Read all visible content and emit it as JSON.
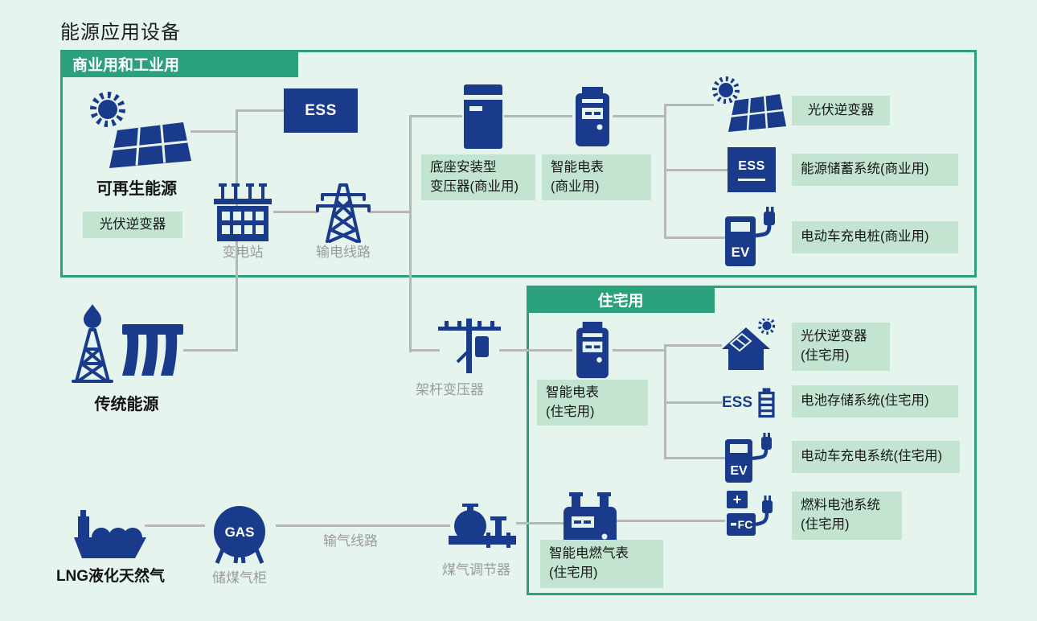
{
  "title": "能源应用设备",
  "colors": {
    "background": "#e6f4ee",
    "icon_blue": "#1a3a8c",
    "accent_green": "#2aa17c",
    "tag_background": "#c2e4d1",
    "wire_gray": "#b6b8b6",
    "muted_text": "#9b9b9b",
    "dark_text": "#141414"
  },
  "commercial": {
    "header": "商业用和工业用",
    "renewable_label": "可再生能源",
    "renewable_tag": "光伏逆变器",
    "ess_text": "ESS",
    "substation_label": "变电站",
    "transmission_label": "输电线路",
    "pad_transformer_tag": "底座安装型\n变压器(商业用)",
    "smart_meter_tag": "智能电表\n(商业用)",
    "pv_inverter_tag": "光伏逆变器",
    "ess_system_tag": "能源储蓄系统(商业用)",
    "ess_icon_text": "ESS",
    "ev_charger_tag": "电动车充电桩(商业用)",
    "ev_icon_text": "EV"
  },
  "traditional": {
    "label": "传统能源"
  },
  "residential": {
    "header": "住宅用",
    "pole_transformer_label": "架杆变压器",
    "smart_meter_tag": "智能电表\n(住宅用)",
    "pv_inverter_tag": "光伏逆变器\n(住宅用)",
    "battery_tag": "电池存储系统(住宅用)",
    "battery_icon_text": "ESS",
    "ev_tag": "电动车充电系统(住宅用)",
    "ev_icon_text": "EV",
    "fuel_cell_tag": "燃料电池系统\n(住宅用)",
    "fuel_cell_icon_text": "FC",
    "fuel_cell_plus": "+",
    "gas_meter_tag": "智能电燃气表\n(住宅用)"
  },
  "gas": {
    "lng_label": "LNG液化天然气",
    "storage_label": "储煤气柜",
    "storage_icon_text": "GAS",
    "pipeline_label": "输气线路",
    "regulator_label": "煤气调节器"
  }
}
